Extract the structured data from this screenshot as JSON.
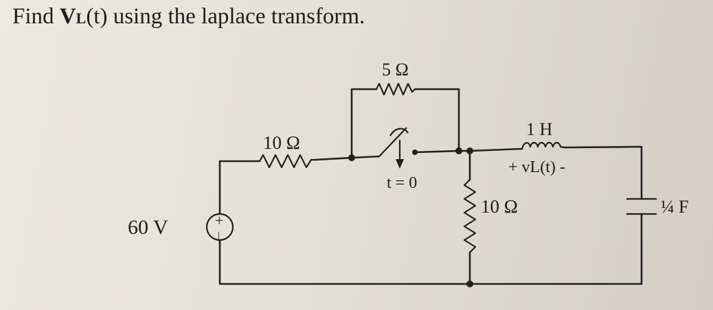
{
  "problem": {
    "prefix": "Find ",
    "var_main": "V",
    "var_sub": "L",
    "suffix": "(t) using the laplace transform."
  },
  "components": {
    "source": {
      "label": "60 V",
      "plus": "+",
      "minus": "|"
    },
    "r1": {
      "label": "10 Ω"
    },
    "r2": {
      "label": "5 Ω"
    },
    "switch": {
      "label": "t = 0"
    },
    "r3": {
      "label": "10 Ω"
    },
    "inductor": {
      "label": "1 H",
      "voltage_label": "+ vL(t) -"
    },
    "capacitor": {
      "label": "¼ F"
    }
  },
  "colors": {
    "ink": "#202020",
    "paper": "#e6e3db"
  }
}
